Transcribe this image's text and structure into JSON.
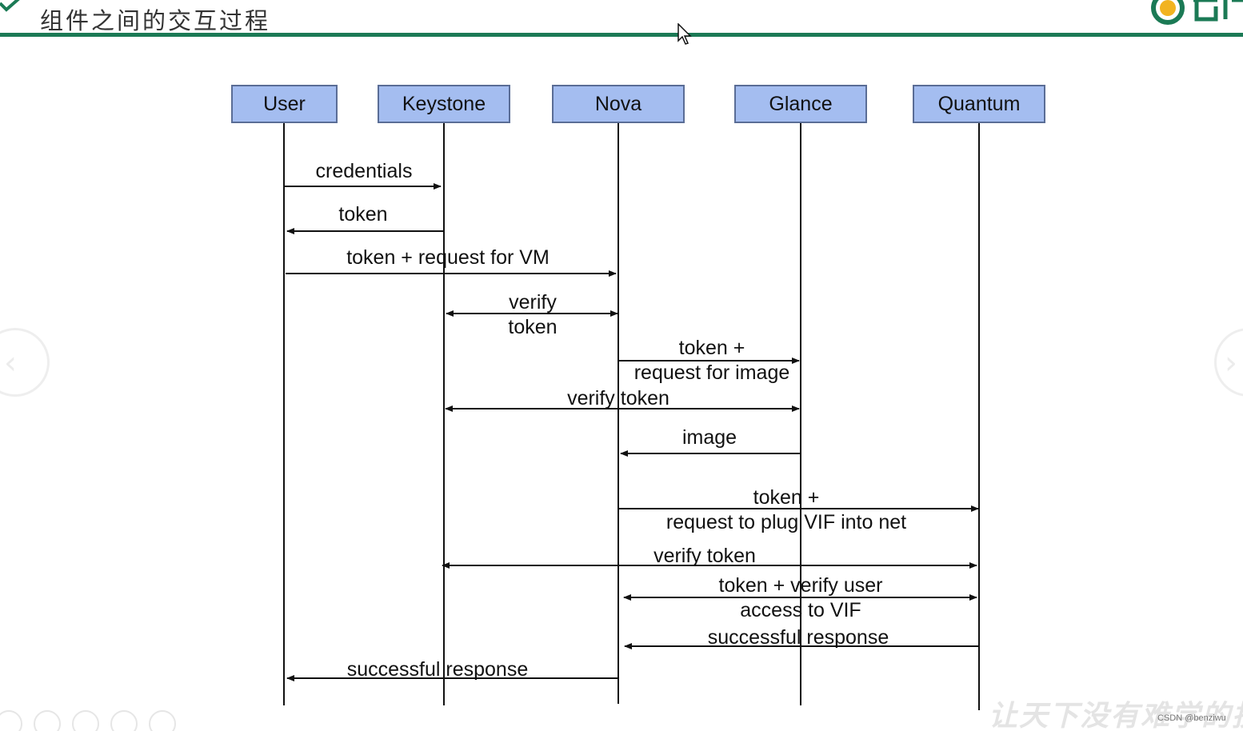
{
  "header": {
    "title": "组件之间的交互过程"
  },
  "participants": [
    {
      "id": "user",
      "label": "User"
    },
    {
      "id": "keystone",
      "label": "Keystone"
    },
    {
      "id": "nova",
      "label": "Nova"
    },
    {
      "id": "glance",
      "label": "Glance"
    },
    {
      "id": "quantum",
      "label": "Quantum"
    }
  ],
  "messages": [
    {
      "from": "user",
      "to": "keystone",
      "lines": [
        "credentials"
      ]
    },
    {
      "from": "keystone",
      "to": "user",
      "lines": [
        "token"
      ]
    },
    {
      "from": "user",
      "to": "nova",
      "lines": [
        "token + request for VM"
      ]
    },
    {
      "from": "keystone",
      "to": "nova",
      "bidirectional": true,
      "lines": [
        "verify",
        "token"
      ]
    },
    {
      "from": "nova",
      "to": "glance",
      "lines": [
        "token +",
        "request for image"
      ]
    },
    {
      "from": "keystone",
      "to": "glance",
      "bidirectional": true,
      "lines": [
        "verify token"
      ]
    },
    {
      "from": "glance",
      "to": "nova",
      "lines": [
        "image"
      ]
    },
    {
      "from": "nova",
      "to": "quantum",
      "lines": [
        "token +",
        "request to plug VIF into net"
      ]
    },
    {
      "from": "keystone",
      "to": "quantum",
      "bidirectional": true,
      "lines": [
        "verify token"
      ]
    },
    {
      "from": "nova",
      "to": "quantum",
      "bidirectional": true,
      "lines": [
        "token + verify user",
        "access to VIF"
      ]
    },
    {
      "from": "quantum",
      "to": "nova",
      "lines": [
        "successful response"
      ]
    },
    {
      "from": "nova",
      "to": "user",
      "lines": [
        "successful response"
      ]
    }
  ],
  "colors": {
    "participant_fill": "#a4bdf0",
    "participant_border": "#5a6d96",
    "accent": "#1b7a55"
  },
  "icons": [
    "check-icon",
    "logo-icon",
    "cursor-icon",
    "prev-slide-icon",
    "next-slide-icon"
  ],
  "watermark": "让天下没有难学的技",
  "credit": "CSDN @benziwu"
}
